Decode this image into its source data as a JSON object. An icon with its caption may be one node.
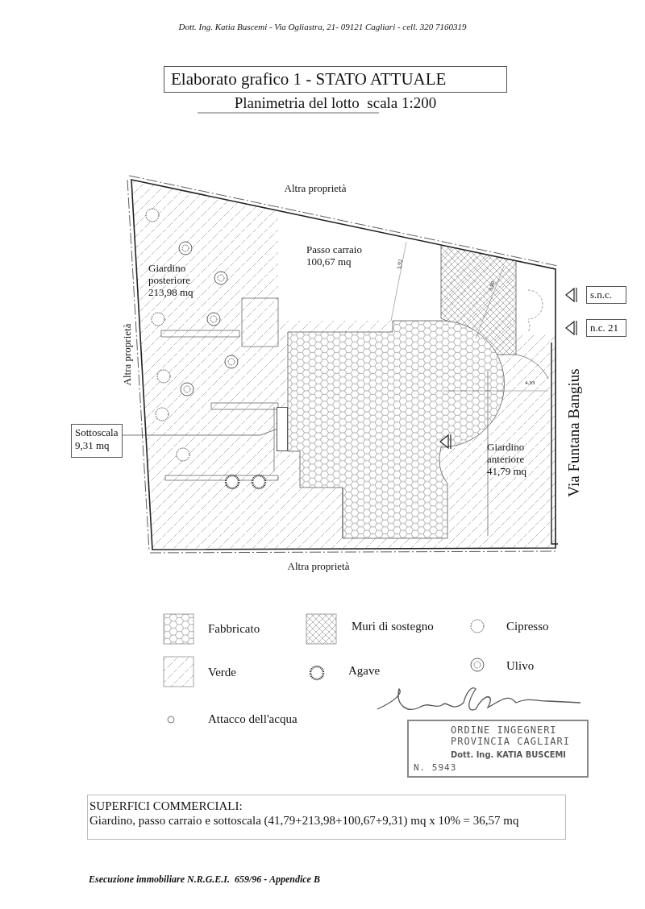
{
  "diagram": {
    "nodes": [
      {
        "text": [
          "Elaborato grafico 1 - STATO ATTUALE"
        ],
        "beside": [
          "Planimetria del lotto  scala 1:200"
        ]
      },
      {
        "text": [
          "s.n.c."
        ]
      },
      {
        "text": [
          "n.c. 21"
        ]
      },
      {
        "text": [
          "Sottoscala 9,31 mq"
        ]
      },
      {
        "text": [
          "ORDINE INGEGNERI PROVINCIA CAGLIARI",
          "Dott. Ing. KATIA BUSCEMI",
          "N. 5943"
        ]
      },
      {
        "text": [
          "SUPERFICI COMMERCIALI:",
          "Giardino, passo carraio e sottoscala (41,79+213,98+100,67+9,31) mq x 10% = 36,57 mq"
        ]
      },
      {
        "text": [],
        "shape": "box"
      }
    ],
    "edges": [
      {
        "from": 3,
        "to": 6,
        "arrow": "none"
      }
    ],
    "labels": [
      "Dott. Ing. Katia Buscemi - Via Ogliastra, 21- 09121 Cagliari - cell. 320 7160319",
      "Altra proprietà",
      "Passo carraio 100,67 mq",
      "Giardino posteriore 213,98 mq",
      "3,92",
      "3,90",
      "Altra proprietà",
      "4.33",
      "Via Funtana Bangius",
      "Giardino anteriore 41,79 mq",
      "Altra proprietà",
      "Esecuzione immobiliare N.R.G.E.I.  659/96 - Appendice B"
    ],
    "legend": [
      {
        "text": "Fabbricato"
      },
      {
        "text": "Muri di sostegno"
      },
      {
        "text": "Cipresso"
      },
      {
        "text": "Verde"
      },
      {
        "text": "Agave"
      },
      {
        "text": "Ulivo"
      },
      {
        "text": "Attacco dell'acqua"
      }
    ]
  }
}
